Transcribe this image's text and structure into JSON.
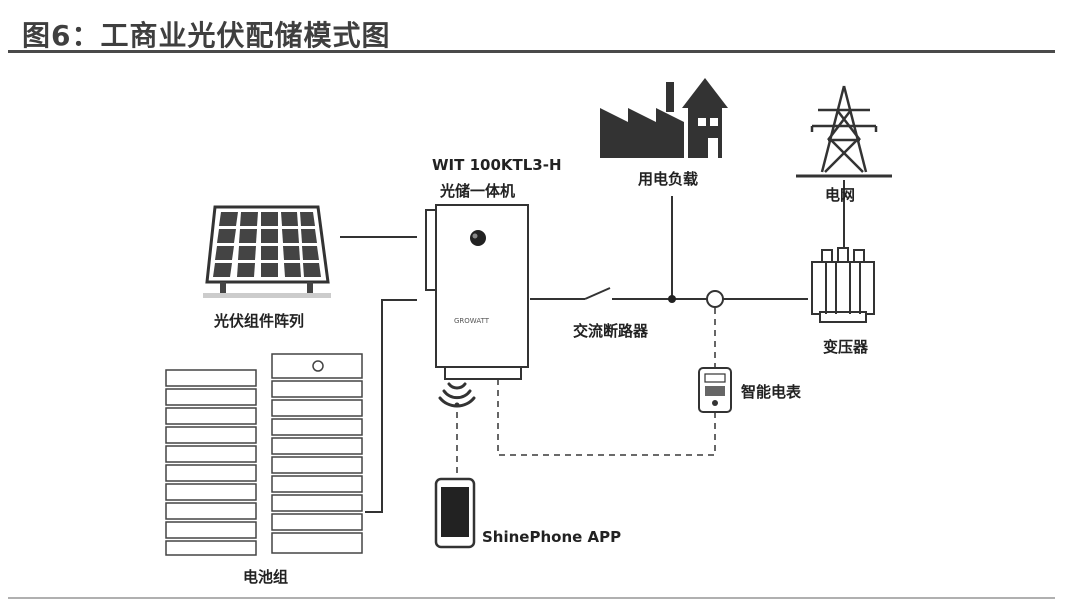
{
  "title": "图6：工商业光伏配储模式图",
  "labels": {
    "inverter_model": "WIT 100KTL3-H",
    "inverter_name": "光储一体机",
    "pv_array": "光伏组件阵列",
    "battery": "电池组",
    "load": "用电负载",
    "grid": "电网",
    "breaker": "交流断路器",
    "transformer": "变压器",
    "meter": "智能电表",
    "app": "ShinePhone APP"
  },
  "inverter_brand": "GROWATT"
}
